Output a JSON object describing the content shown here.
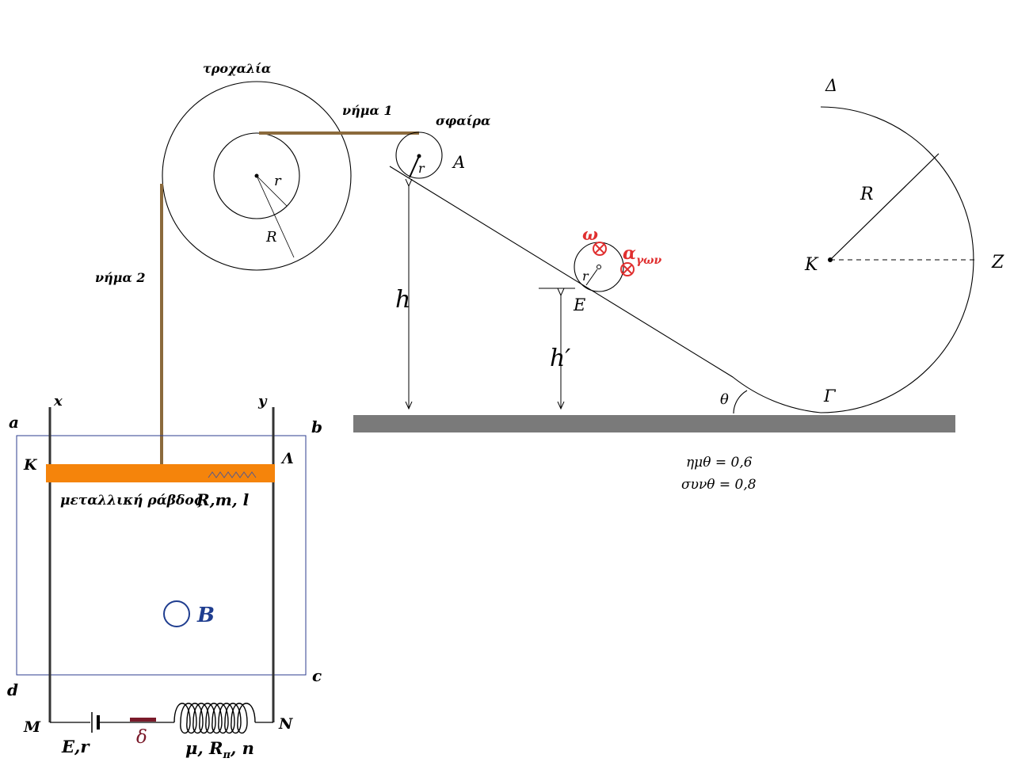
{
  "labels": {
    "pulley": "τροχαλία",
    "string1": "νήμα 1",
    "sphere": "σφαίρα",
    "point_A": "Α",
    "pulley_r": "r",
    "pulley_R": "R",
    "sphere_r_top": "r",
    "string2": "νήμα 2",
    "h": "h",
    "h_prime": "h′",
    "point_E": "Ε",
    "sphere_r_mid": "r",
    "omega": "ω",
    "alpha": "α",
    "alpha_sub": "γων",
    "theta": "θ",
    "point_Gamma": "Γ",
    "point_Delta": "Δ",
    "loop_R": "R",
    "point_K_loop": "Κ",
    "point_Z": "Ζ",
    "sin_theta": "ημθ = 0,6",
    "cos_theta": "συνθ = 0,8",
    "rail_x": "x",
    "rail_y": "y",
    "corner_a": "a",
    "corner_b": "b",
    "corner_c": "c",
    "corner_d": "d",
    "rod_K": "Κ",
    "rod_L": "Λ",
    "rod_caption": "μεταλλική ράβδος",
    "rod_params": "R,m, l",
    "field": "B",
    "node_M": "M",
    "node_N": "N",
    "battery": "E,r",
    "switch": "δ",
    "coil_mu": "μ, R",
    "coil_sub": "π",
    "coil_n": ", n"
  },
  "colors": {
    "string": "#8b6a3c",
    "rod": "#f5840b",
    "ground": "#7a7a7a",
    "annotation_red": "#e03030",
    "field_blue": "#1f3d8f",
    "switch": "#7a1a2a"
  },
  "field_direction": "out-of-page",
  "rotation_symbols": "into-page"
}
